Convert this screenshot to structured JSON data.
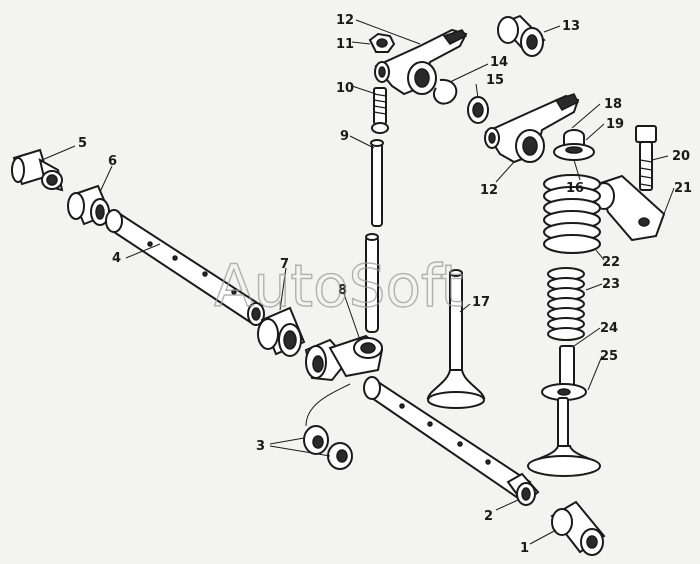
{
  "watermark": "AutoSoft",
  "callouts": [
    {
      "id": "1",
      "label": "1"
    },
    {
      "id": "2",
      "label": "2"
    },
    {
      "id": "3",
      "label": "3"
    },
    {
      "id": "4",
      "label": "4"
    },
    {
      "id": "5",
      "label": "5"
    },
    {
      "id": "6",
      "label": "6"
    },
    {
      "id": "7",
      "label": "7"
    },
    {
      "id": "8",
      "label": "8"
    },
    {
      "id": "9",
      "label": "9"
    },
    {
      "id": "10",
      "label": "10"
    },
    {
      "id": "11",
      "label": "11"
    },
    {
      "id": "12a",
      "label": "12"
    },
    {
      "id": "12b",
      "label": "12"
    },
    {
      "id": "13",
      "label": "13"
    },
    {
      "id": "14",
      "label": "14"
    },
    {
      "id": "15",
      "label": "15"
    },
    {
      "id": "16",
      "label": "16"
    },
    {
      "id": "17",
      "label": "17"
    },
    {
      "id": "18",
      "label": "18"
    },
    {
      "id": "19",
      "label": "19"
    },
    {
      "id": "20",
      "label": "20"
    },
    {
      "id": "21",
      "label": "21"
    },
    {
      "id": "22",
      "label": "22"
    },
    {
      "id": "23",
      "label": "23"
    },
    {
      "id": "24",
      "label": "24"
    },
    {
      "id": "25",
      "label": "25"
    }
  ]
}
